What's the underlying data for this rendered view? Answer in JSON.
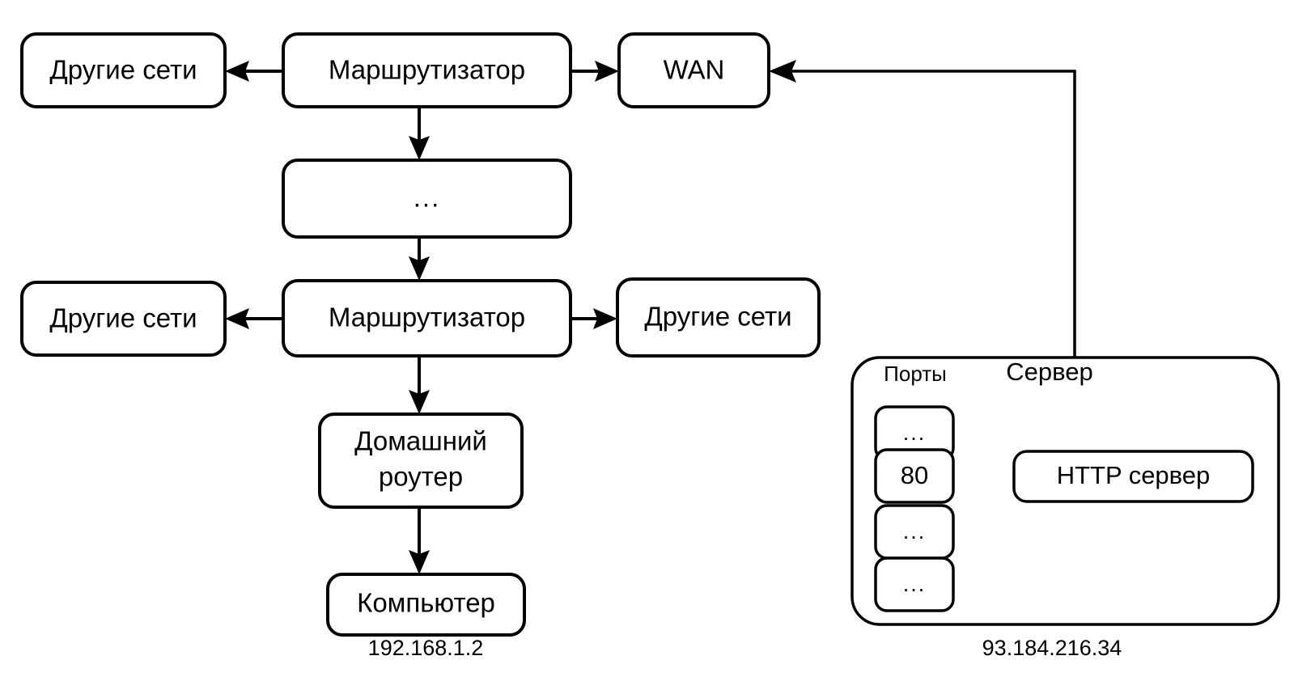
{
  "diagram": {
    "title_present": false,
    "colors": {
      "stroke": "#000000",
      "fill": "#ffffff",
      "text": "#000000"
    },
    "nodes": {
      "other_networks_top_left": "Другие сети",
      "router_top": "Маршрутизатор",
      "wan": "WAN",
      "ellipsis_chain": "...",
      "other_networks_mid_left": "Другие сети",
      "router_mid": "Маршрутизатор",
      "other_networks_mid_right": "Другие сети",
      "home_router_line1": "Домашний",
      "home_router_line2": "роутер",
      "computer": "Компьютер",
      "http_server": "HTTP сервер"
    },
    "server_panel": {
      "heading": "Сервер",
      "ports_heading": "Порты",
      "ports": [
        {
          "label": "...",
          "is_active": false
        },
        {
          "label": "80",
          "is_active": true
        },
        {
          "label": "...",
          "is_active": false
        },
        {
          "label": "...",
          "is_active": false
        }
      ]
    },
    "annotations": {
      "client_ip": "192.168.1.2",
      "server_ip": "93.184.216.34"
    },
    "edges": [
      {
        "from": "router_top",
        "to": "other_networks_top_left",
        "direction": "left"
      },
      {
        "from": "router_top",
        "to": "wan",
        "direction": "right"
      },
      {
        "from": "router_top",
        "to": "ellipsis_chain",
        "direction": "down"
      },
      {
        "from": "ellipsis_chain",
        "to": "router_mid",
        "direction": "down"
      },
      {
        "from": "router_mid",
        "to": "other_networks_mid_left",
        "direction": "left"
      },
      {
        "from": "router_mid",
        "to": "other_networks_mid_right",
        "direction": "right"
      },
      {
        "from": "router_mid",
        "to": "home_router",
        "direction": "down"
      },
      {
        "from": "home_router",
        "to": "computer",
        "direction": "down"
      },
      {
        "from": "server_panel",
        "to": "wan",
        "direction": "up-left"
      },
      {
        "from": "port_80",
        "to": "http_server",
        "direction": "right"
      }
    ]
  }
}
